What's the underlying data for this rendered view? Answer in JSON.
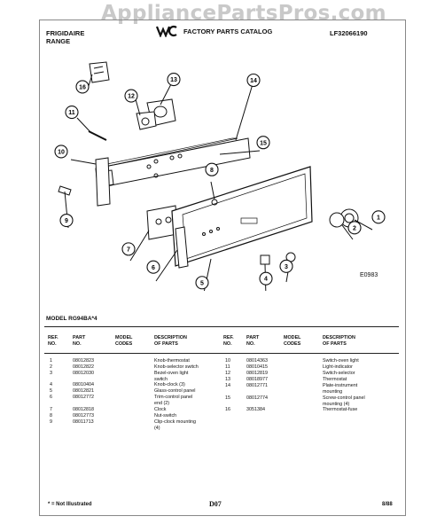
{
  "watermark": "AppliancePartsPros.com",
  "header": {
    "brand_line1": "FRIGIDAIRE",
    "brand_line2": "RANGE",
    "catalog_title": "FACTORY PARTS CATALOG",
    "catalog_number": "LF32066190"
  },
  "diagram": {
    "callouts": [
      "16",
      "12",
      "13",
      "14",
      "11",
      "15",
      "10",
      "8",
      "9",
      "7",
      "6",
      "5",
      "4",
      "3",
      "1",
      "2"
    ],
    "label_code": "E0983"
  },
  "model_label": "MODEL RG94BA*4",
  "table": {
    "headers": {
      "ref_no": [
        "REF.",
        "NO."
      ],
      "part_no": [
        "PART",
        "NO."
      ],
      "model_codes": [
        "MODEL",
        "CODES"
      ],
      "description": [
        "DESCRIPTION",
        "OF PARTS"
      ]
    },
    "left": [
      {
        "ref": "1",
        "part": "08012823",
        "desc": [
          "Knob-thermostat"
        ]
      },
      {
        "ref": "2",
        "part": "08012822",
        "desc": [
          "Knob-selector switch"
        ]
      },
      {
        "ref": "3",
        "part": "08012030",
        "desc": [
          "Bezel-oven light",
          "switch"
        ]
      },
      {
        "ref": "4",
        "part": "08010404",
        "desc": [
          "Knob-clock (3)"
        ]
      },
      {
        "ref": "5",
        "part": "08012821",
        "desc": [
          "Glass-control panel"
        ]
      },
      {
        "ref": "6",
        "part": "08012772",
        "desc": [
          "Trim-control panel",
          "end (2)"
        ]
      },
      {
        "ref": "7",
        "part": "08012818",
        "desc": [
          "Clock"
        ]
      },
      {
        "ref": "8",
        "part": "08012773",
        "desc": [
          "Nut-switch"
        ]
      },
      {
        "ref": "9",
        "part": "08011713",
        "desc": [
          "Clip-clock mounting",
          "(4)"
        ]
      }
    ],
    "right": [
      {
        "ref": "10",
        "part": "08014363",
        "desc": [
          "Switch-oven light"
        ]
      },
      {
        "ref": "11",
        "part": "08010415",
        "desc": [
          "Light-indicator"
        ]
      },
      {
        "ref": "12",
        "part": "08012819",
        "desc": [
          "Switch-selector"
        ]
      },
      {
        "ref": "13",
        "part": "08018977",
        "desc": [
          "Thermostat"
        ]
      },
      {
        "ref": "14",
        "part": "08012771",
        "desc": [
          "Plate-instrument",
          "mounting"
        ]
      },
      {
        "ref": "15",
        "part": "08012774",
        "desc": [
          "Screw-control panel",
          "mounting (4)"
        ]
      },
      {
        "ref": "16",
        "part": "3051384",
        "desc": [
          "Thermostat-fuse"
        ]
      }
    ]
  },
  "footer": {
    "note": "* = Not Illustrated",
    "page": "D07",
    "date": "8/88"
  }
}
